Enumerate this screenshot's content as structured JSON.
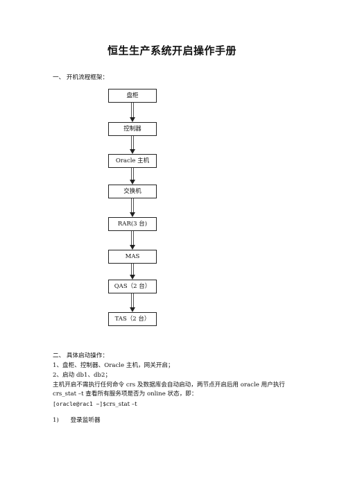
{
  "document": {
    "title": "恒生生产系统开启操作手册",
    "section1_heading": "一、 开机流程框架：",
    "flow_steps": [
      "盘柜",
      "控制器",
      "Oracle 主机",
      "交换机",
      "RAR(3 台)",
      "MAS",
      "QAS（2 台）",
      "TAS（2 台）"
    ],
    "section2_heading": "二、 具体启动操作：",
    "step1": "1、盘柜、控制器、Oracle 主机，网关开启；",
    "step2": "2、启动 db1、db2；",
    "para_line1": "主机开启不需执行任何命令 crs 及数据库会自动启动，两节点开启后用 oracle 用户执行",
    "para_line2": "crs_stat –t 查看所有服务项是否为 online 状态，即：",
    "prompt": "[oracle@rac1 ~]$",
    "command": "crs_stat –t",
    "sub_item_number": "1)",
    "sub_item_text": "登录监听器"
  }
}
